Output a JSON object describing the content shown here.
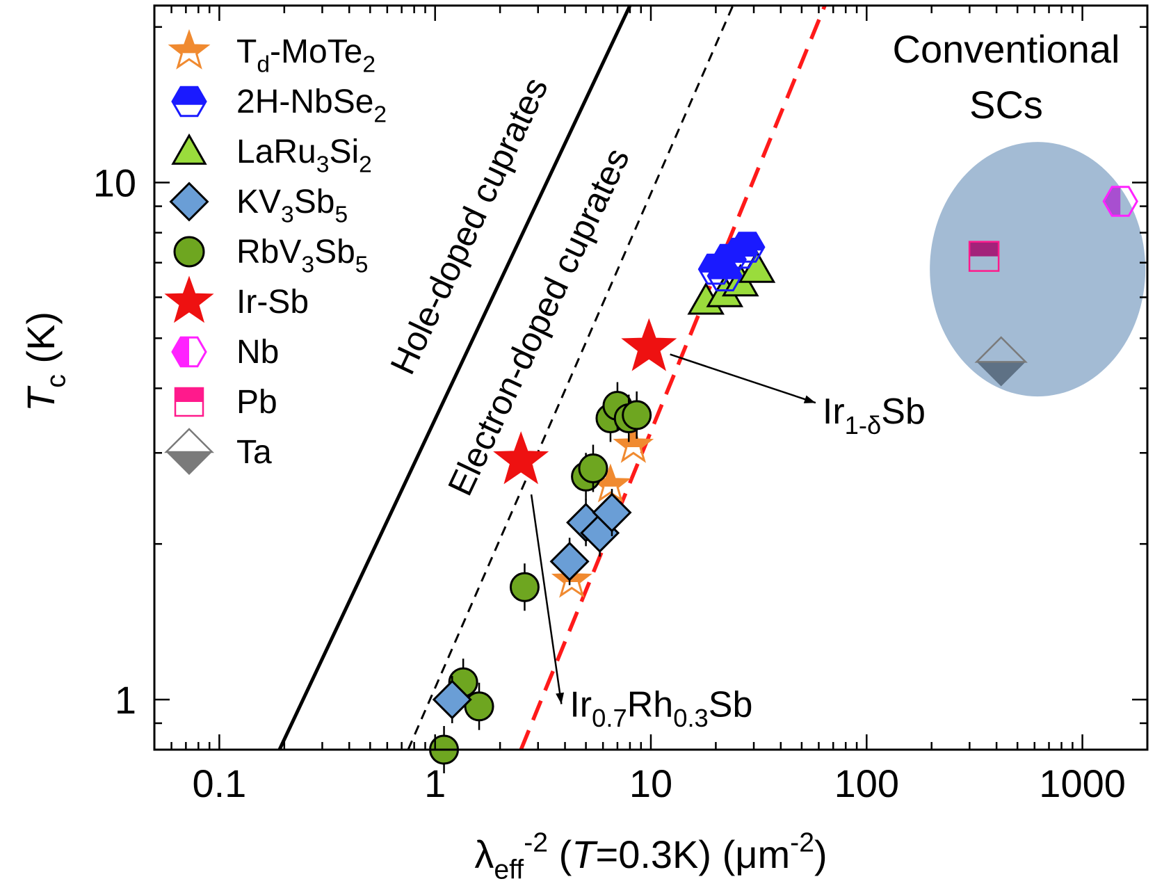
{
  "chart_data": {
    "type": "scatter",
    "x_scale": "log",
    "y_scale": "log",
    "xlim": [
      0.05,
      2000
    ],
    "ylim": [
      0.8,
      22
    ],
    "grid": false,
    "legend_placement": "top-left",
    "x_ticks": [
      {
        "value": 0.1,
        "label": "0.1"
      },
      {
        "value": 1,
        "label": "1"
      },
      {
        "value": 10,
        "label": "10"
      },
      {
        "value": 100,
        "label": "100"
      },
      {
        "value": 1000,
        "label": "1000"
      }
    ],
    "y_ticks": [
      {
        "value": 1,
        "label": "1"
      },
      {
        "value": 10,
        "label": "10"
      }
    ],
    "xlabel": {
      "lambda": "λ",
      "sub": "eff",
      "sup": "-2",
      "open": " (",
      "T": "T",
      "rest": "=0.3K) (μm",
      "sup2": "-2",
      "close": ")"
    },
    "ylabel": {
      "T": "T",
      "sub": "c",
      "rest": " (K)"
    },
    "lines": [
      {
        "label": "Hole-doped cuprates",
        "style": "solid",
        "color": "#000000",
        "x": [
          0.19,
          8
        ],
        "y": [
          0.8,
          22
        ]
      },
      {
        "label": "Electron-doped cuprates",
        "style": "dashed",
        "color": "#000000",
        "x": [
          0.75,
          24
        ],
        "y": [
          0.8,
          22
        ]
      },
      {
        "label": "",
        "style": "dashed",
        "color": "#ff1a1a",
        "x": [
          2.5,
          64
        ],
        "y": [
          0.8,
          22
        ]
      }
    ],
    "region": {
      "label": [
        "Conventional",
        "SCs"
      ],
      "color": "#a3bbd4",
      "x_center": 620,
      "y_center": 6.8
    },
    "series": [
      {
        "name": "Td-MoTe2",
        "label": {
          "main": "T",
          "sub": "d",
          "main2": "-MoTe",
          "sub2": "2"
        },
        "marker": "star-half",
        "color": "#f08a30",
        "points": [
          [
            4.3,
            1.7
          ],
          [
            6.5,
            2.6
          ],
          [
            8.3,
            3.1
          ]
        ]
      },
      {
        "name": "2H-NbSe2",
        "label": {
          "main": "2H-NbSe",
          "sub": "2"
        },
        "marker": "hexagon-half",
        "color": "#1a1aff",
        "points": [
          [
            20,
            6.8
          ],
          [
            23,
            7.1
          ],
          [
            26,
            7.3
          ],
          [
            28,
            7.5
          ],
          [
            22,
            6.6
          ]
        ]
      },
      {
        "name": "LaRu3Si2",
        "label": {
          "main": "LaRu",
          "sub": "3",
          "main2": "Si",
          "sub2": "2"
        },
        "marker": "triangle",
        "color": "#9adc3c",
        "points": [
          [
            18,
            5.9
          ],
          [
            22,
            6.1
          ],
          [
            26,
            6.4
          ],
          [
            31,
            6.8
          ]
        ]
      },
      {
        "name": "KV3Sb5",
        "label": {
          "main": "KV",
          "sub": "3",
          "main2": "Sb",
          "sub2": "5"
        },
        "marker": "diamond",
        "color": "#6a9ed6",
        "points": [
          [
            1.2,
            1.0
          ],
          [
            4.2,
            1.85
          ],
          [
            5.0,
            2.2
          ],
          [
            5.8,
            2.1
          ],
          [
            6.6,
            2.3
          ]
        ]
      },
      {
        "name": "RbV3Sb5",
        "label": {
          "main": "RbV",
          "sub": "3",
          "main2": "Sb",
          "sub2": "5"
        },
        "marker": "circle",
        "color": "#6ea620",
        "points": [
          [
            1.1,
            0.8
          ],
          [
            1.35,
            1.08
          ],
          [
            1.6,
            0.97
          ],
          [
            2.6,
            1.65
          ],
          [
            5.0,
            2.7
          ],
          [
            5.4,
            2.8
          ],
          [
            6.5,
            3.5
          ],
          [
            7.0,
            3.7
          ],
          [
            7.9,
            3.5
          ],
          [
            8.6,
            3.55
          ]
        ]
      },
      {
        "name": "Ir-Sb",
        "label": {
          "main": "Ir-Sb"
        },
        "marker": "star",
        "color": "#ee1111",
        "points": [
          [
            2.5,
            2.9
          ],
          [
            9.8,
            4.8
          ]
        ]
      },
      {
        "name": "Nb",
        "label": {
          "main": "Nb"
        },
        "marker": "hexagon-half",
        "color": "#ff22ff",
        "region_color": "#a84fd0",
        "points": [
          [
            1500,
            9.2
          ]
        ]
      },
      {
        "name": "Pb",
        "label": {
          "main": "Pb"
        },
        "marker": "square-half",
        "color": "#ff1a8c",
        "region_color": "#a3227a",
        "points": [
          [
            350,
            7.2
          ]
        ]
      },
      {
        "name": "Ta",
        "label": {
          "main": "Ta"
        },
        "marker": "diamond-half",
        "color": "#7a7a7a",
        "region_color": "#5e7185",
        "points": [
          [
            420,
            4.5
          ]
        ]
      }
    ],
    "annotations": [
      {
        "text": {
          "main": "Ir",
          "sub": "1-δ",
          "main2": "Sb"
        },
        "from": [
          9.8,
          4.8
        ],
        "to": [
          58,
          3.75
        ]
      },
      {
        "text": {
          "main": "Ir",
          "sub": "0.7",
          "main2": "Rh",
          "sub2": "0.3",
          "main3": "Sb"
        },
        "from": [
          2.7,
          2.75
        ],
        "to": [
          3.85,
          0.98
        ]
      }
    ]
  }
}
